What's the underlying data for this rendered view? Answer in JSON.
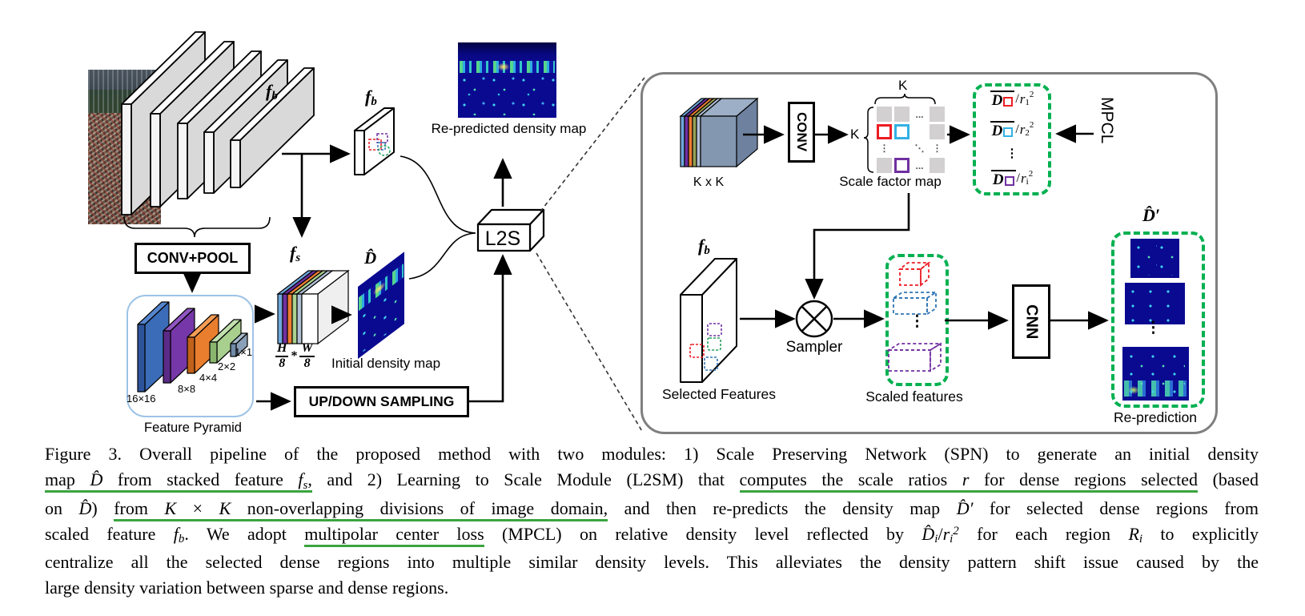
{
  "colors": {
    "dashGreen": "#00b050",
    "underlineGreen": "#3aa440",
    "red": "#ed1c24",
    "cyan": "#33b1e4",
    "purple": "#7030a0",
    "blueDash": "#2e75b6",
    "greenDash": "#22a05c",
    "panelBorder": "#7f7f7f",
    "pyramidBorder": "#9dc3e6"
  },
  "backbone": {
    "fb": {
      "base": "f",
      "sub": "b"
    },
    "conv_pool": "CONV+POOL"
  },
  "pyramid": {
    "title": "Feature Pyramid",
    "sizes": [
      "16×16",
      "8×8",
      "4×4",
      "2×2",
      "1×1"
    ]
  },
  "spn": {
    "fs": {
      "base": "f",
      "sub": "s"
    },
    "fraction": {
      "num1": "H",
      "den1": "8",
      "times": "*",
      "num2": "W",
      "den2": "8"
    },
    "dhat": "D̂",
    "initial_map_label": "Initial density map",
    "up_down": "UP/DOWN SAMPLING",
    "l2s": "L2S",
    "re_predicted_label": "Re-predicted density map",
    "fb_cube": {
      "base": "f",
      "sub": "b"
    }
  },
  "l2sm": {
    "kxk": "K x K",
    "conv": "CONV",
    "k_top": "K",
    "k_left": "K",
    "scale_factor_map": "Scale factor map",
    "grid": {
      "dots_h": "...",
      "dots_v": "⋮",
      "dots_diag": "⋱"
    },
    "ratios": {
      "d": "D",
      "slash": "/",
      "r": "r",
      "exp": "2",
      "dots": "⋮",
      "rows": [
        {
          "sub": "1"
        },
        {
          "sub": "2"
        },
        {
          "sub": "i"
        }
      ]
    },
    "mpcl": "MPCL",
    "fb": {
      "base": "f",
      "sub": "b"
    },
    "selected_features": "Selected Features",
    "sampler": "Sampler",
    "scaled_features": "Scaled features",
    "dots_v": "⋮",
    "cnn": "CNN",
    "dhat_prime": "D̂′",
    "re_prediction": "Re-prediction"
  },
  "caption": {
    "lines": [
      [
        {
          "t": "Figure 3.  Overall pipeline of the proposed method with two modules:  1) Scale Preserving Network (SPN) to generate an initial density"
        }
      ],
      [
        {
          "t": "map ",
          "u": 1
        },
        {
          "t": "D̂",
          "m": 1,
          "u": 1
        },
        {
          "t": " from stacked feature ",
          "u": 1
        },
        {
          "t": "f",
          "m": 1,
          "sub": "s",
          "u": 1
        },
        {
          "t": ",",
          "u": 1
        },
        {
          "t": " and 2) Learning to Scale Module (L2SM) that "
        },
        {
          "t": "computes the scale ratios ",
          "u": 1
        },
        {
          "t": "r",
          "m": 1,
          "u": 1
        },
        {
          "t": " for dense regions selected",
          "u": 1
        },
        {
          "t": " (based"
        }
      ],
      [
        {
          "t": "on "
        },
        {
          "t": "D̂",
          "m": 1
        },
        {
          "t": ") "
        },
        {
          "t": "from ",
          "u": 1
        },
        {
          "t": "K",
          "m": 1,
          "u": 1
        },
        {
          "t": " × ",
          "u": 1
        },
        {
          "t": "K",
          "m": 1,
          "u": 1
        },
        {
          "t": " non-overlapping divisions of image domain,",
          "u": 1
        },
        {
          "t": " and then re-predicts the density map "
        },
        {
          "t": "D̂",
          "m": 1
        },
        {
          "t": "′",
          "m": 1
        },
        {
          "t": " for selected dense regions from"
        }
      ],
      [
        {
          "t": "scaled feature "
        },
        {
          "t": "f",
          "m": 1,
          "sub": "b"
        },
        {
          "t": ".  We adopt "
        },
        {
          "t": "multipolar center loss",
          "u": 1
        },
        {
          "t": " (MPCL) on relative density level reflected by "
        },
        {
          "t": "D̂",
          "m": 1,
          "sub": "i"
        },
        {
          "t": "/"
        },
        {
          "t": "r",
          "m": 1,
          "sub": "i",
          "sup": "2"
        },
        {
          "t": " for each region "
        },
        {
          "t": "R",
          "m": 1,
          "sub": "i"
        },
        {
          "t": " to explicitly"
        }
      ],
      [
        {
          "t": "centralize all the selected dense regions into multiple similar density levels.  This alleviates the density pattern shift issue caused by the"
        }
      ],
      [
        {
          "t": "large density variation between sparse and dense regions."
        }
      ]
    ]
  }
}
